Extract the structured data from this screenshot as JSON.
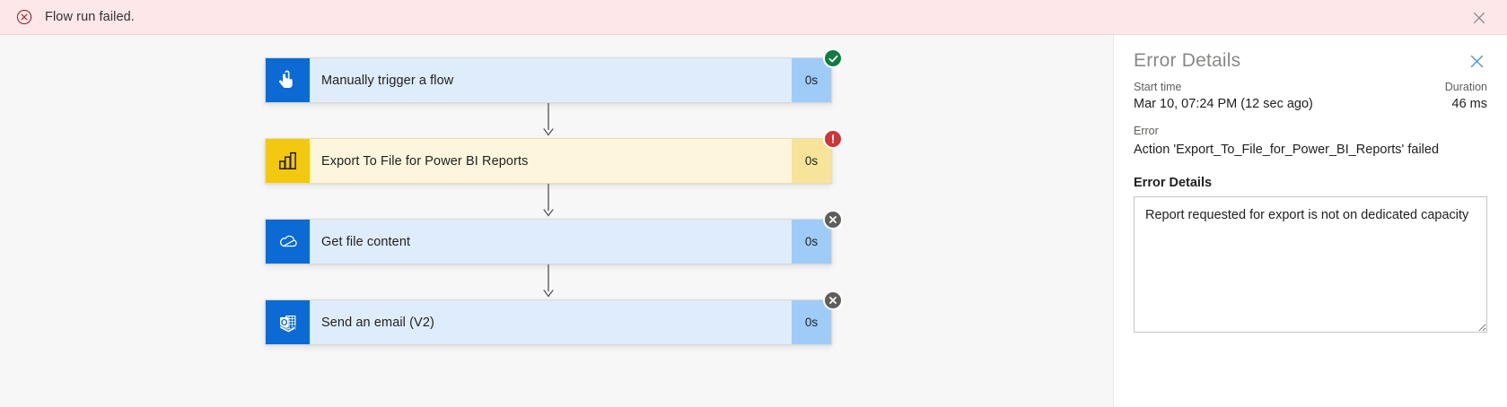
{
  "banner": {
    "icon": "error-circle-x-icon",
    "text": "Flow run failed.",
    "close_label": "✕",
    "background": "#fde7e9",
    "icon_color": "#a4262c"
  },
  "flow": {
    "nodes": [
      {
        "title": "Manually trigger a flow",
        "duration": "0s",
        "status": "succeeded",
        "status_glyph": "✓",
        "icon": "manual-trigger-hand-icon",
        "icon_background": "#0b6ad4",
        "body_background": "#deecfb",
        "duration_background": "#9ecbf7"
      },
      {
        "title": "Export To File for Power BI Reports",
        "duration": "0s",
        "status": "failed",
        "status_glyph": "!",
        "icon": "power-bi-bar-chart-icon",
        "icon_background": "#f2c811",
        "body_background": "#fdf6dd",
        "duration_background": "#f7e49a"
      },
      {
        "title": "Get file content",
        "duration": "0s",
        "status": "skipped",
        "status_glyph": "✕",
        "icon": "onedrive-cloud-icon",
        "icon_background": "#0b6ad4",
        "body_background": "#deecfb",
        "duration_background": "#9ecbf7"
      },
      {
        "title": "Send an email (V2)",
        "duration": "0s",
        "status": "skipped",
        "status_glyph": "✕",
        "icon": "outlook-mail-icon",
        "icon_background": "#0b6ad4",
        "body_background": "#deecfb",
        "duration_background": "#9ecbf7"
      }
    ]
  },
  "panel": {
    "title": "Error Details",
    "close_label": "✕",
    "start_time_label": "Start time",
    "start_time_value": "Mar 10, 07:24 PM (12 sec ago)",
    "duration_label": "Duration",
    "duration_value": "46 ms",
    "error_label": "Error",
    "error_message": "Action 'Export_To_File_for_Power_BI_Reports' failed",
    "details_heading": "Error Details",
    "details_text": "Report requested for export is not on dedicated capacity"
  },
  "colors": {
    "accent_blue": "#0b6ad4",
    "success_green": "#107c41",
    "error_red": "#d13438",
    "skipped_gray": "#605e5c",
    "powerbi_yellow": "#f2c811",
    "banner_pink": "#fde7e9"
  }
}
